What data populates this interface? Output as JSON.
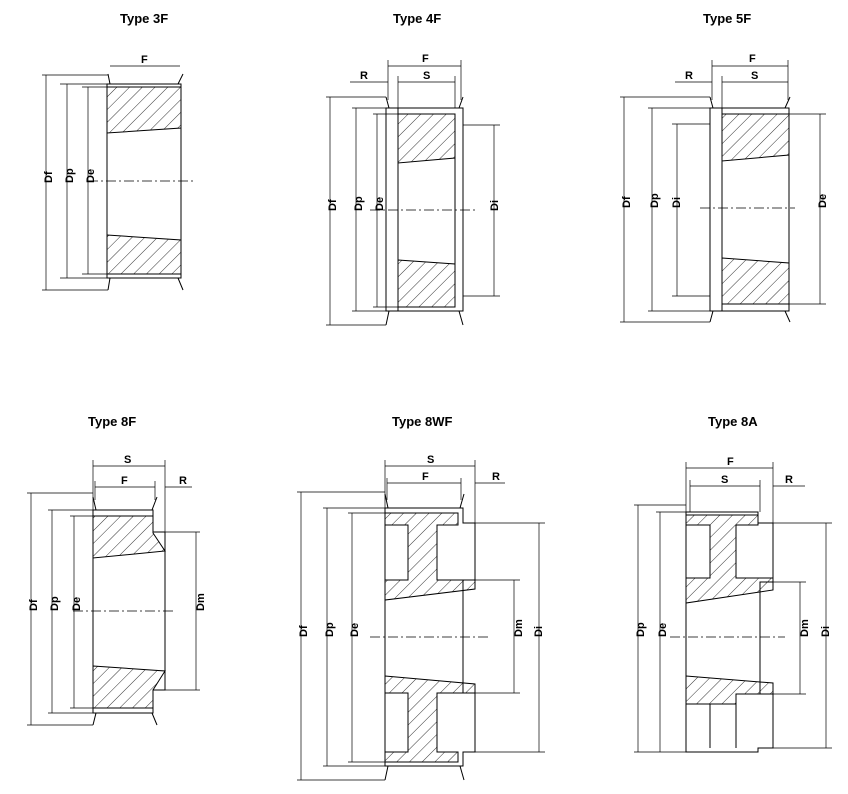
{
  "diagrams": [
    {
      "title": "Type 3F",
      "labels": {
        "f": "F",
        "df": "Df",
        "dp": "Dp",
        "de": "De"
      }
    },
    {
      "title": "Type 4F",
      "labels": {
        "f": "F",
        "r": "R",
        "s": "S",
        "df": "Df",
        "dp": "Dp",
        "de": "De",
        "di": "Di"
      }
    },
    {
      "title": "Type 5F",
      "labels": {
        "f": "F",
        "r": "R",
        "s": "S",
        "df": "Df",
        "dp": "Dp",
        "di": "Di",
        "de": "De"
      }
    },
    {
      "title": "Type 8F",
      "labels": {
        "s": "S",
        "f": "F",
        "r": "R",
        "df": "Df",
        "dp": "Dp",
        "de": "De",
        "dm": "Dm"
      }
    },
    {
      "title": "Type 8WF",
      "labels": {
        "s": "S",
        "f": "F",
        "r": "R",
        "df": "Df",
        "dp": "Dp",
        "de": "De",
        "dm": "Dm",
        "di": "Di"
      }
    },
    {
      "title": "Type 8A",
      "labels": {
        "f": "F",
        "s": "S",
        "r": "R",
        "dp": "Dp",
        "de": "De",
        "dm": "Dm",
        "di": "Di"
      }
    }
  ]
}
